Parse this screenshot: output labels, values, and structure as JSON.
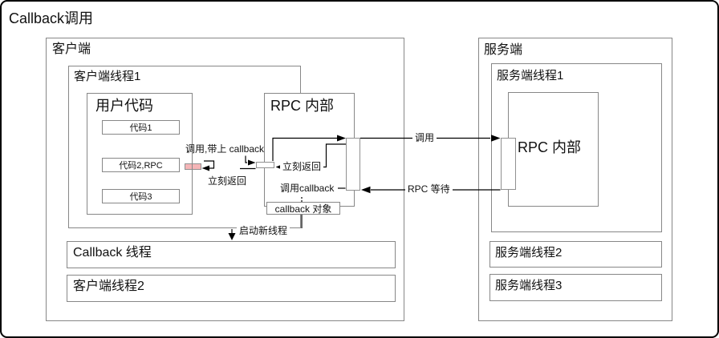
{
  "title": "Callback调用",
  "client": {
    "label": "客户端",
    "thread1_label": "客户端线程1",
    "user_code": {
      "label": "用户代码",
      "blocks": [
        "代码1",
        "代码2,RPC",
        "代码3"
      ]
    },
    "rpc_internal_label": "RPC 内部",
    "callback_object_label": "callback 对象",
    "callback_thread_label": "Callback 线程",
    "thread2_label": "客户端线程2"
  },
  "server": {
    "label": "服务端",
    "thread1_label": "服务端线程1",
    "rpc_internal_label": "RPC 内部",
    "thread2_label": "服务端线程2",
    "thread3_label": "服务端线程3"
  },
  "annotations": {
    "call_with_callback": "调用,带上 callback",
    "immediate_return_outer": "立刻返回",
    "immediate_return_inner": "立刻返回",
    "invoke_callback": "调用callback",
    "start_new_thread": "启动新线程",
    "call": "调用",
    "rpc_wait": "RPC 等待"
  },
  "colors": {
    "highlight_pink": "#f5b5b7",
    "box_border": "#878787",
    "wire": "#000000"
  }
}
